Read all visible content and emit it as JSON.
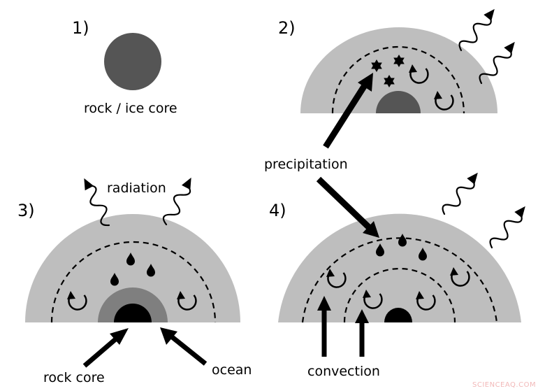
{
  "panels": [
    {
      "number": "1)"
    },
    {
      "number": "2)"
    },
    {
      "number": "3)"
    },
    {
      "number": "4)"
    }
  ],
  "labels": {
    "core": "rock / ice core",
    "precipitation": "precipitation",
    "radiation": "radiation",
    "rock_core": "rock core",
    "ocean": "ocean",
    "convection": "convection"
  },
  "watermark": "SCIENCEAQ.COM",
  "colors": {
    "background": "#ffffff",
    "atmosphere": "#bebebe",
    "ocean": "#7f7f7f",
    "core_dark": "#555555",
    "core_black": "#000000",
    "ink": "#000000",
    "watermark": "#f2b8b8"
  },
  "icons": [
    "radiation-wave-arrow-icon",
    "convection-cycle-icon",
    "star-particle-icon",
    "droplet-icon",
    "pointer-arrow-icon"
  ]
}
